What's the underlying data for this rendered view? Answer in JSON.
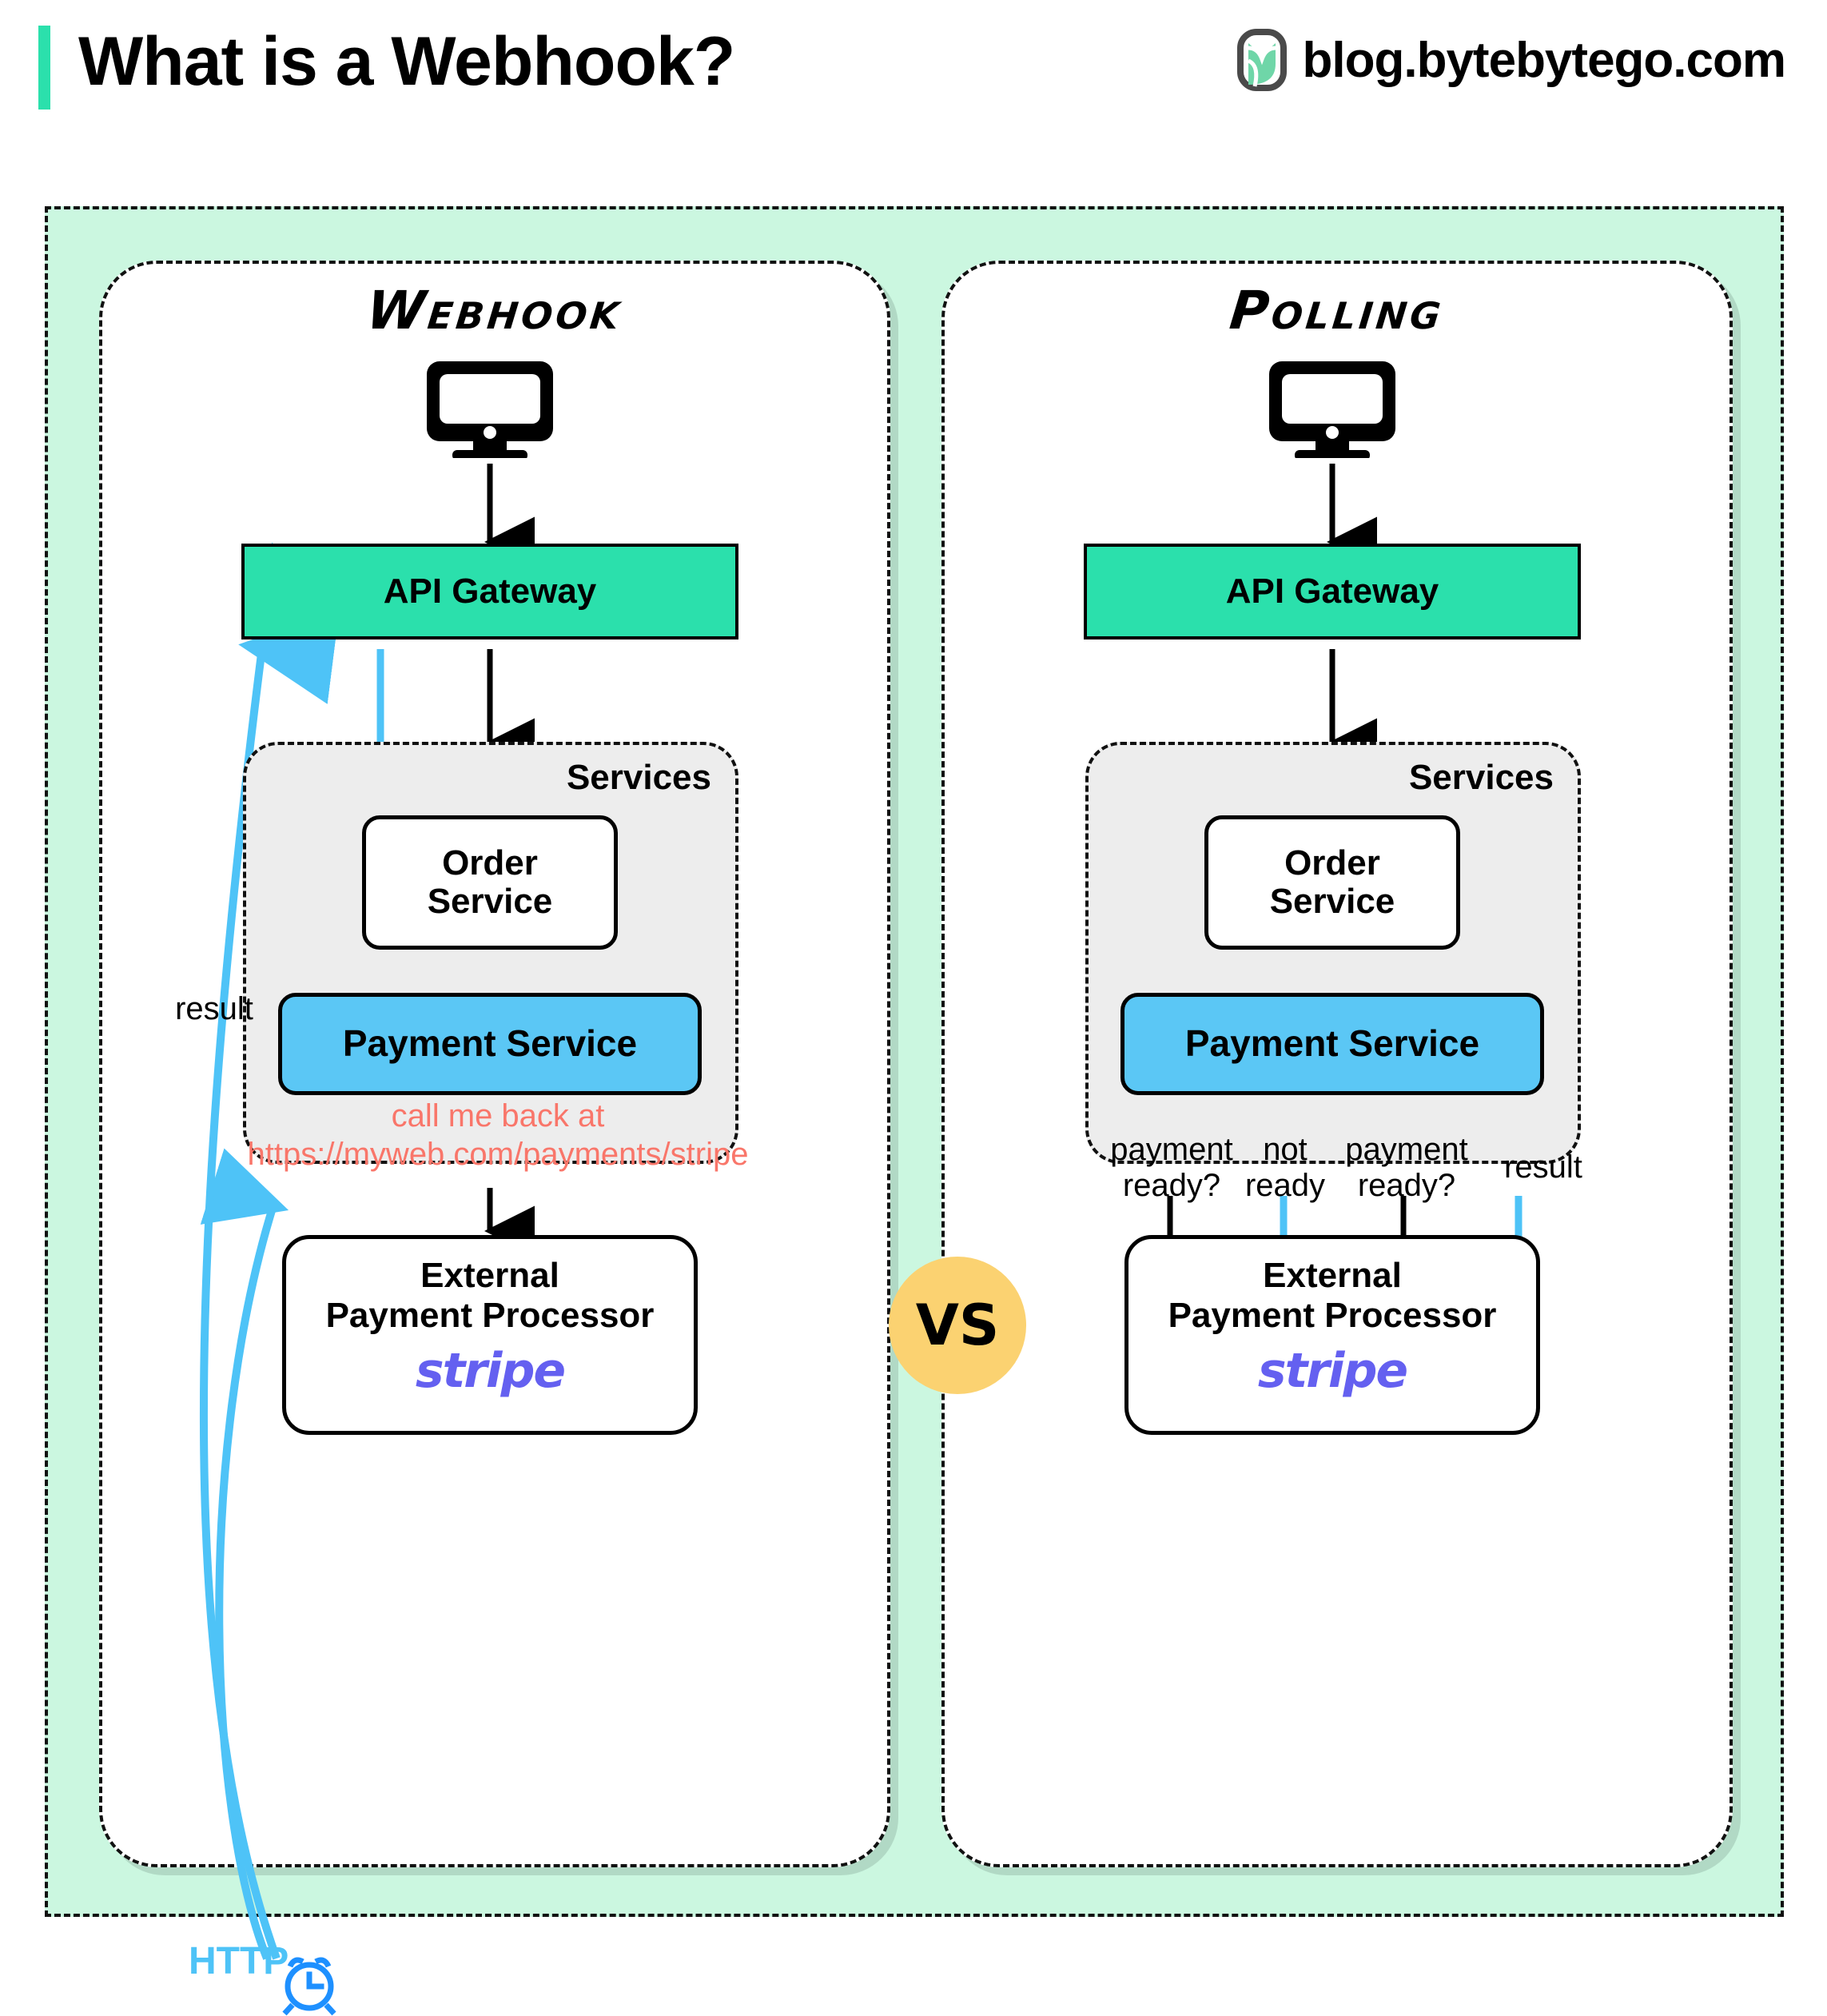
{
  "header": {
    "title": "What is a Webhook?",
    "brand": "blog.bytebytego.com",
    "accent_color": "#2BE0AC",
    "logo_icon": "bytebytego-logo-icon"
  },
  "vs_badge": {
    "label": "VS",
    "color": "#FBD271"
  },
  "colors": {
    "canvas_mint": "#CBF7E0",
    "api_gateway": "#2BE0AC",
    "payment_service": "#5BC7F5",
    "services_group": "#EDEDED",
    "webhook_arrow_blue": "#4EC3F7",
    "callback_text": "#F9766A",
    "stripe_purple": "#6460F0",
    "clock_blue": "#1E90FF"
  },
  "panels": [
    {
      "id": "webhook",
      "title": "Webhook",
      "client_icon": "monitor-icon",
      "nodes": {
        "api_gateway": "API Gateway",
        "services_group": "Services",
        "order_service": "Order\nService",
        "payment_service": "Payment Service",
        "processor_line1": "External",
        "processor_line2": "Payment Processor",
        "processor_logo": "stripe"
      },
      "labels": {
        "result": "result",
        "http": "HTTP",
        "clock_icon": "alarm-clock-icon",
        "callback_line1": "call me back at",
        "callback_line2": "https://myweb.com/payments/stripe"
      }
    },
    {
      "id": "polling",
      "title": "Polling",
      "client_icon": "monitor-icon",
      "nodes": {
        "api_gateway": "API Gateway",
        "services_group": "Services",
        "order_service": "Order\nService",
        "payment_service": "Payment Service",
        "processor_line1": "External",
        "processor_line2": "Payment Processor",
        "processor_logo": "stripe"
      },
      "labels": {
        "poll1": "payment\nready?",
        "poll2": "not\nready",
        "poll3": "payment\nready?",
        "poll4": "result"
      }
    }
  ]
}
